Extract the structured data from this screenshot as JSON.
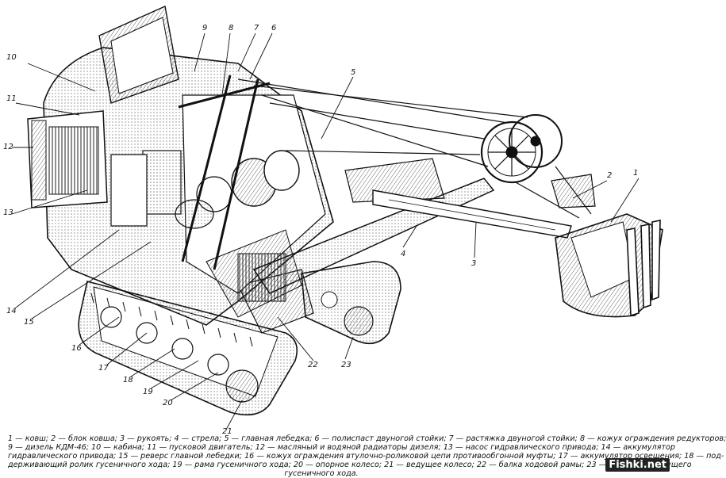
{
  "callouts": [
    "1",
    "2",
    "3",
    "4",
    "5",
    "6",
    "7",
    "8",
    "9",
    "10",
    "11",
    "12",
    "13",
    "14",
    "15",
    "16",
    "17",
    "18",
    "19",
    "20",
    "21",
    "22",
    "23"
  ],
  "legend": {
    "lines": [
      "1 — ковш; 2 — блок ковша; 3 — рукоять; 4 — стрела; 5 — главная лебедка; 6 — полиспаст двуногой стойки; 7 — растяжка двуногой стойки; 8 — кожух ограждения редукторов;",
      "9 — дизель КДМ-46; 10 — кабина; 11 — пусковой двигатель; 12 — масляный и водяной радиаторы дизеля; 13 — насос гидравлического привода; 14 — аккумулятор",
      "гидравлического привода; 15 — реверс главной лебедки; 16 — кожух ограждения втулочно-роликовой цепи противообгонной муфты; 17 — аккумулятор освещения; 18 — под-",
      "держивающий ролик гусеничного хода; 19 — рама гусеничного хода; 20 — опорное колесо; 21 — ведущее колесо; 22 — балка ходовой рамы; 23 — звездочка ведущего",
      "гусеничного хода."
    ]
  },
  "watermark": "Fishki.net"
}
